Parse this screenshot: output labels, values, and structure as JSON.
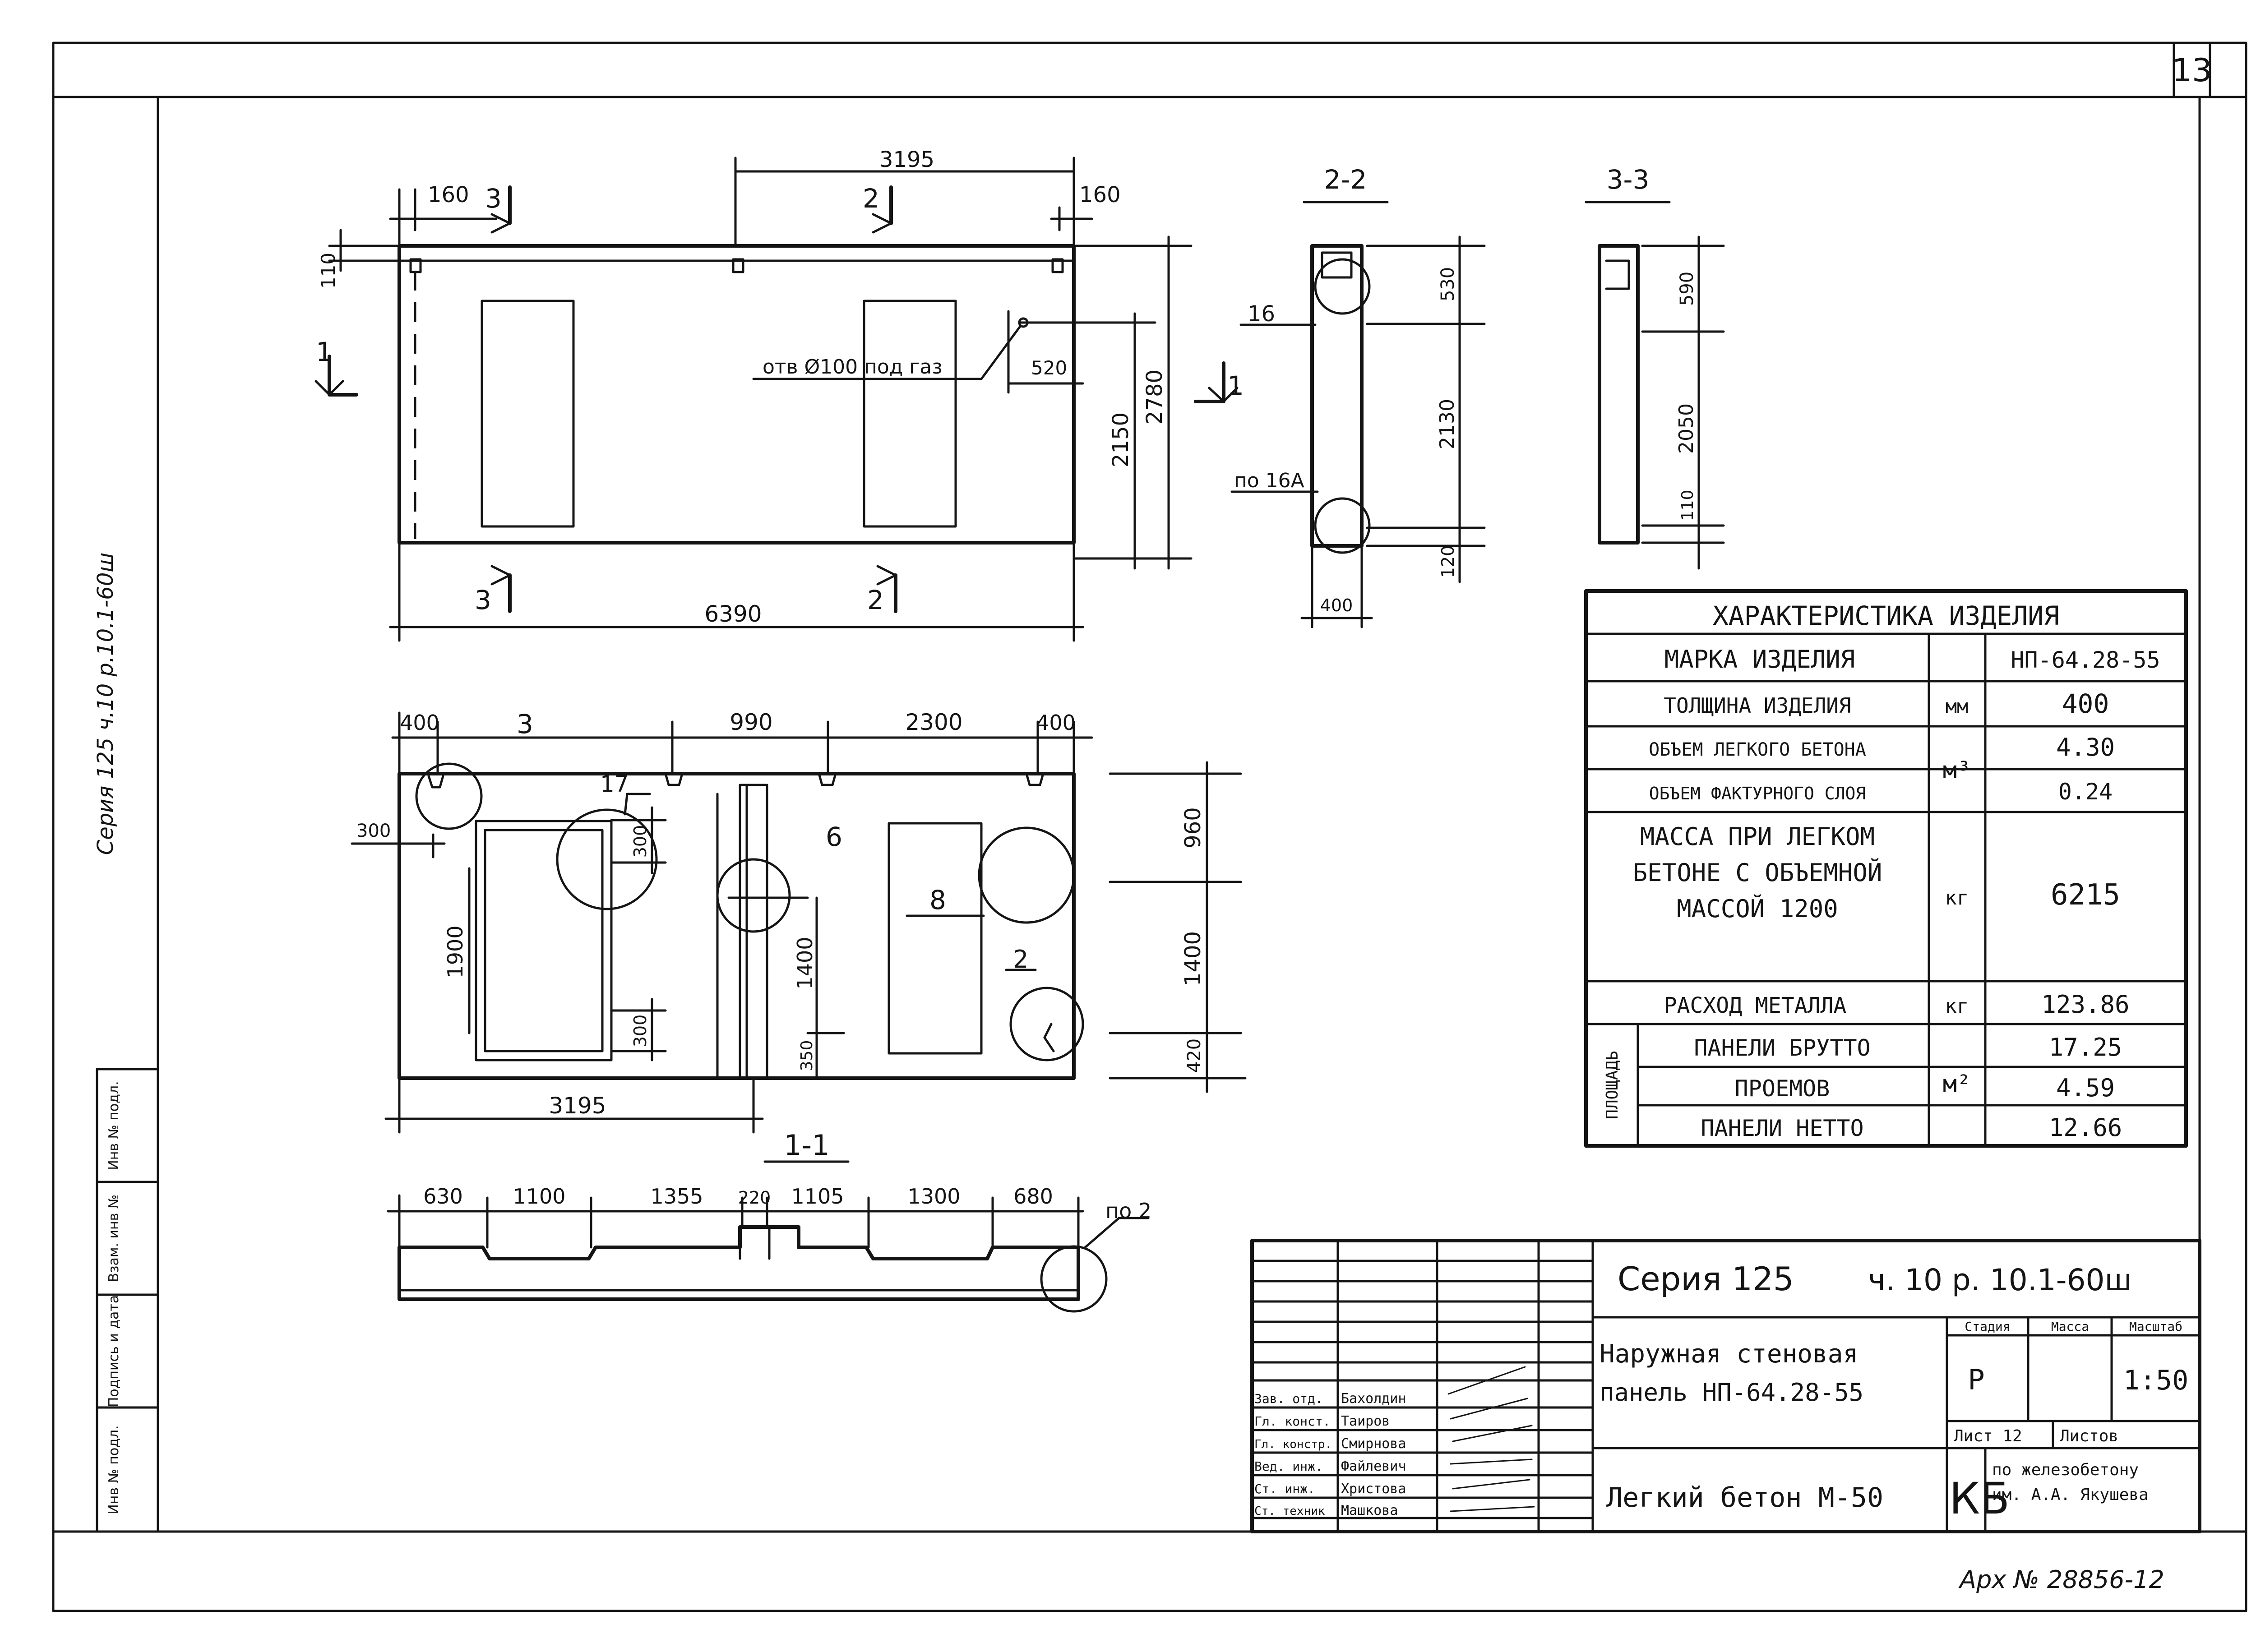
{
  "sheet": {
    "page_number": "13",
    "archive_number": "Арх № 28856-12",
    "side_stamp": "Серия 125 ч.10 р.10.1-60ш",
    "side_stamp_labels": [
      "Инв № подл.",
      "Подпись и дата",
      "Взам. инв №",
      "Инв № подл."
    ]
  },
  "elevation": {
    "dims_top": [
      "160",
      "3195",
      "160"
    ],
    "dim_110": "110",
    "dims_right": [
      "520",
      "2150",
      "2780"
    ],
    "dim_bottom": "6390",
    "hole_label": "отв Ø100 под газ",
    "sections": [
      "1",
      "1",
      "2",
      "2",
      "3",
      "3"
    ]
  },
  "section_2_2": {
    "title": "2-2",
    "callouts": [
      "16",
      "по 16А"
    ],
    "dims": [
      "530",
      "2130",
      "120",
      "400"
    ]
  },
  "section_3_3": {
    "title": "3-3",
    "dims": [
      "590",
      "2050",
      "110"
    ]
  },
  "plan": {
    "dims_top": [
      "400",
      "990",
      "2300",
      "400"
    ],
    "dim_left": "300",
    "dims_inner": [
      "300",
      "1900",
      "300",
      "1400",
      "350"
    ],
    "dims_right": [
      "960",
      "1400",
      "420"
    ],
    "dim_bottom": "3195",
    "callouts": [
      "3",
      "17",
      "6",
      "8",
      "2"
    ]
  },
  "section_1_1": {
    "title": "1-1",
    "dims": [
      "630",
      "1100",
      "1355",
      "220",
      "1105",
      "1300",
      "680"
    ],
    "callout": "по 2"
  },
  "characteristics": {
    "title": "ХАРАКТЕРИСТИКА ИЗДЕЛИЯ",
    "rows": [
      {
        "label": "МАРКА ИЗДЕЛИЯ",
        "unit": "",
        "value": "НП-64.28-55"
      },
      {
        "label": "ТОЛЩИНА ИЗДЕЛИЯ",
        "unit": "мм",
        "value": "400"
      },
      {
        "label": "ОБЪЕМ ЛЕГКОГО БЕТОНА",
        "unit": "м³",
        "value": "4.30"
      },
      {
        "label": "ОБЪЕМ ФАКТУРНОГО СЛОЯ",
        "unit": "",
        "value": "0.24"
      },
      {
        "label": "МАССА ПРИ ЛЕГКОМ БЕТОНЕ С ОБЪЕМНОЙ МАССОЙ 1200",
        "unit": "кг",
        "value": "6215"
      },
      {
        "label": "РАСХОД МЕТАЛЛА",
        "unit": "кг",
        "value": "123.86"
      }
    ],
    "area_label": "ПЛОЩАДЬ",
    "area_unit": "м²",
    "area_rows": [
      {
        "label": "ПАНЕЛИ БРУТТО",
        "value": "17.25"
      },
      {
        "label": "ПРОЕМОВ",
        "value": "4.59"
      },
      {
        "label": "ПАНЕЛИ НЕТТО",
        "value": "12.66"
      }
    ]
  },
  "title_block": {
    "series": "Серия 125",
    "part": "ч. 10 р. 10.1-60ш",
    "name_line1": "Наружная стеновая",
    "name_line2": "панель НП-64.28-55",
    "material": "Легкий бетон М-50",
    "col_stage": "Стадия",
    "col_mass": "Масса",
    "col_scale": "Масштаб",
    "stage": "Р",
    "scale": "1:50",
    "sheet": "Лист 12",
    "sheets": "Листов",
    "org_code": "КБ",
    "org_line1": "по железобетону",
    "org_line2": "им. А.А. Якушева",
    "signatures": [
      {
        "role": "Зав. отд.",
        "name": "Бахолдин"
      },
      {
        "role": "Гл. конст.",
        "name": "Таиров"
      },
      {
        "role": "Гл. констр.",
        "name": "Смирнова"
      },
      {
        "role": "Вед. инж.",
        "name": "Файлевич"
      },
      {
        "role": "Ст. инж.",
        "name": "Христова"
      },
      {
        "role": "Ст. техник",
        "name": "Машкова"
      }
    ]
  }
}
